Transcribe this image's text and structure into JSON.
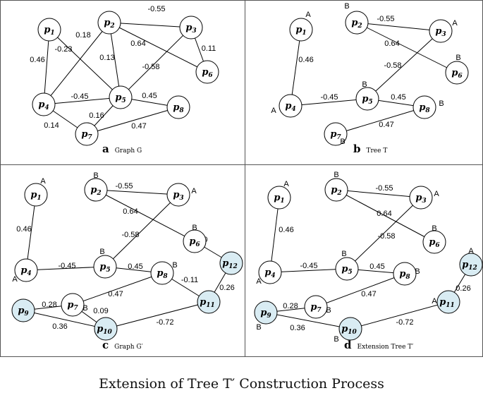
{
  "main_caption": "Extension of Tree T′ Construction Process",
  "colors": {
    "node_fill": "#ffffff",
    "added_node_fill": "#d9ecf3",
    "stroke": "#000000"
  },
  "panels": [
    {
      "id": "a",
      "letter": "a",
      "caption": "Graph G",
      "nodes": [
        {
          "id": "p1",
          "base": "p",
          "sub": "1",
          "tag": "",
          "added": false
        },
        {
          "id": "p2",
          "base": "p",
          "sub": "2",
          "tag": "",
          "added": false
        },
        {
          "id": "p3",
          "base": "p",
          "sub": "3",
          "tag": "",
          "added": false
        },
        {
          "id": "p4",
          "base": "p",
          "sub": "4",
          "tag": "",
          "added": false
        },
        {
          "id": "p5",
          "base": "p",
          "sub": "5",
          "tag": "",
          "added": false
        },
        {
          "id": "p6",
          "base": "p",
          "sub": "6",
          "tag": "",
          "added": false
        },
        {
          "id": "p7",
          "base": "p",
          "sub": "7",
          "tag": "",
          "added": false
        },
        {
          "id": "p8",
          "base": "p",
          "sub": "8",
          "tag": "",
          "added": false
        }
      ],
      "edges": [
        {
          "from": "p1",
          "to": "p4",
          "w": "0.46"
        },
        {
          "from": "p1",
          "to": "p5",
          "w": "-0.23"
        },
        {
          "from": "p2",
          "to": "p4",
          "w": "0.18"
        },
        {
          "from": "p2",
          "to": "p5",
          "w": "0.13"
        },
        {
          "from": "p2",
          "to": "p3",
          "w": "-0.55"
        },
        {
          "from": "p2",
          "to": "p6",
          "w": "0.64"
        },
        {
          "from": "p3",
          "to": "p6",
          "w": "0.11"
        },
        {
          "from": "p3",
          "to": "p5",
          "w": "-0.58"
        },
        {
          "from": "p4",
          "to": "p5",
          "w": "-0.45"
        },
        {
          "from": "p4",
          "to": "p7",
          "w": "0.14"
        },
        {
          "from": "p5",
          "to": "p8",
          "w": "0.45"
        },
        {
          "from": "p5",
          "to": "p7",
          "w": "0.16"
        },
        {
          "from": "p7",
          "to": "p8",
          "w": "0.47"
        }
      ]
    },
    {
      "id": "b",
      "letter": "b",
      "caption": "Tree T",
      "nodes": [
        {
          "id": "p1",
          "base": "p",
          "sub": "1",
          "tag": "A",
          "added": false
        },
        {
          "id": "p2",
          "base": "p",
          "sub": "2",
          "tag": "B",
          "added": false
        },
        {
          "id": "p3",
          "base": "p",
          "sub": "3",
          "tag": "A",
          "added": false
        },
        {
          "id": "p4",
          "base": "p",
          "sub": "4",
          "tag": "A",
          "added": false
        },
        {
          "id": "p5",
          "base": "p",
          "sub": "5",
          "tag": "B",
          "added": false
        },
        {
          "id": "p6",
          "base": "p",
          "sub": "6",
          "tag": "B",
          "added": false
        },
        {
          "id": "p7",
          "base": "p",
          "sub": "7",
          "tag": "B",
          "added": false
        },
        {
          "id": "p8",
          "base": "p",
          "sub": "8",
          "tag": "B",
          "added": false
        }
      ],
      "edges": [
        {
          "from": "p1",
          "to": "p4",
          "w": "0.46"
        },
        {
          "from": "p2",
          "to": "p3",
          "w": "-0.55"
        },
        {
          "from": "p2",
          "to": "p6",
          "w": "0.64"
        },
        {
          "from": "p3",
          "to": "p5",
          "w": "-0.58"
        },
        {
          "from": "p4",
          "to": "p5",
          "w": "-0.45"
        },
        {
          "from": "p5",
          "to": "p8",
          "w": "0.45"
        },
        {
          "from": "p7",
          "to": "p8",
          "w": "0.47"
        }
      ]
    },
    {
      "id": "c",
      "letter": "c",
      "caption": "Graph G′",
      "nodes": [
        {
          "id": "p1",
          "base": "p",
          "sub": "1",
          "tag": "A",
          "added": false
        },
        {
          "id": "p2",
          "base": "p",
          "sub": "2",
          "tag": "B",
          "added": false
        },
        {
          "id": "p3",
          "base": "p",
          "sub": "3",
          "tag": "A",
          "added": false
        },
        {
          "id": "p4",
          "base": "p",
          "sub": "4",
          "tag": "A",
          "added": false
        },
        {
          "id": "p5",
          "base": "p",
          "sub": "5",
          "tag": "B",
          "added": false
        },
        {
          "id": "p6",
          "base": "p",
          "sub": "6",
          "tag": "B",
          "added": false
        },
        {
          "id": "p7",
          "base": "p",
          "sub": "7",
          "tag": "B",
          "added": false
        },
        {
          "id": "p8",
          "base": "p",
          "sub": "8",
          "tag": "B",
          "added": false
        },
        {
          "id": "p9",
          "base": "p",
          "sub": "9",
          "tag": "",
          "added": true
        },
        {
          "id": "p10",
          "base": "p",
          "sub": "10",
          "tag": "",
          "added": true
        },
        {
          "id": "p11",
          "base": "p",
          "sub": "11",
          "tag": "",
          "added": true
        },
        {
          "id": "p12",
          "base": "p",
          "sub": "12",
          "tag": "",
          "added": true
        }
      ],
      "edges": [
        {
          "from": "p1",
          "to": "p4",
          "w": "0.46"
        },
        {
          "from": "p2",
          "to": "p3",
          "w": "-0.55"
        },
        {
          "from": "p2",
          "to": "p6",
          "w": "0.64"
        },
        {
          "from": "p3",
          "to": "p5",
          "w": "-0.58"
        },
        {
          "from": "p4",
          "to": "p5",
          "w": "-0.45"
        },
        {
          "from": "p5",
          "to": "p8",
          "w": "0.45"
        },
        {
          "from": "p7",
          "to": "p8",
          "w": "0.47"
        },
        {
          "from": "p6",
          "to": "p12",
          "w": "-0.10"
        },
        {
          "from": "p8",
          "to": "p11",
          "w": "-0.11"
        },
        {
          "from": "p12",
          "to": "p11",
          "w": "0.26"
        },
        {
          "from": "p9",
          "to": "p7",
          "w": "0.28"
        },
        {
          "from": "p7",
          "to": "p10",
          "w": "0.09"
        },
        {
          "from": "p9",
          "to": "p10",
          "w": "0.36"
        },
        {
          "from": "p10",
          "to": "p11",
          "w": "-0.72"
        }
      ]
    },
    {
      "id": "d",
      "letter": "d",
      "caption": "Extension Tree T′",
      "nodes": [
        {
          "id": "p1",
          "base": "p",
          "sub": "1",
          "tag": "A",
          "added": false
        },
        {
          "id": "p2",
          "base": "p",
          "sub": "2",
          "tag": "B",
          "added": false
        },
        {
          "id": "p3",
          "base": "p",
          "sub": "3",
          "tag": "A",
          "added": false
        },
        {
          "id": "p4",
          "base": "p",
          "sub": "4",
          "tag": "A",
          "added": false
        },
        {
          "id": "p5",
          "base": "p",
          "sub": "5",
          "tag": "B",
          "added": false
        },
        {
          "id": "p6",
          "base": "p",
          "sub": "6",
          "tag": "B",
          "added": false
        },
        {
          "id": "p7",
          "base": "p",
          "sub": "7",
          "tag": "B",
          "added": false
        },
        {
          "id": "p8",
          "base": "p",
          "sub": "8",
          "tag": "B",
          "added": false
        },
        {
          "id": "p9",
          "base": "p",
          "sub": "9",
          "tag": "B",
          "added": true
        },
        {
          "id": "p10",
          "base": "p",
          "sub": "10",
          "tag": "B",
          "added": true
        },
        {
          "id": "p11",
          "base": "p",
          "sub": "11",
          "tag": "A",
          "added": true
        },
        {
          "id": "p12",
          "base": "p",
          "sub": "12",
          "tag": "A",
          "added": true
        }
      ],
      "edges": [
        {
          "from": "p1",
          "to": "p4",
          "w": "0.46"
        },
        {
          "from": "p2",
          "to": "p3",
          "w": "-0.55"
        },
        {
          "from": "p2",
          "to": "p6",
          "w": "0.64"
        },
        {
          "from": "p3",
          "to": "p5",
          "w": "-0.58"
        },
        {
          "from": "p4",
          "to": "p5",
          "w": "-0.45"
        },
        {
          "from": "p5",
          "to": "p8",
          "w": "0.45"
        },
        {
          "from": "p7",
          "to": "p8",
          "w": "0.47"
        },
        {
          "from": "p9",
          "to": "p7",
          "w": "0.28"
        },
        {
          "from": "p9",
          "to": "p10",
          "w": "0.36"
        },
        {
          "from": "p10",
          "to": "p11",
          "w": "-0.72"
        },
        {
          "from": "p11",
          "to": "p12",
          "w": "0.26"
        }
      ]
    }
  ]
}
